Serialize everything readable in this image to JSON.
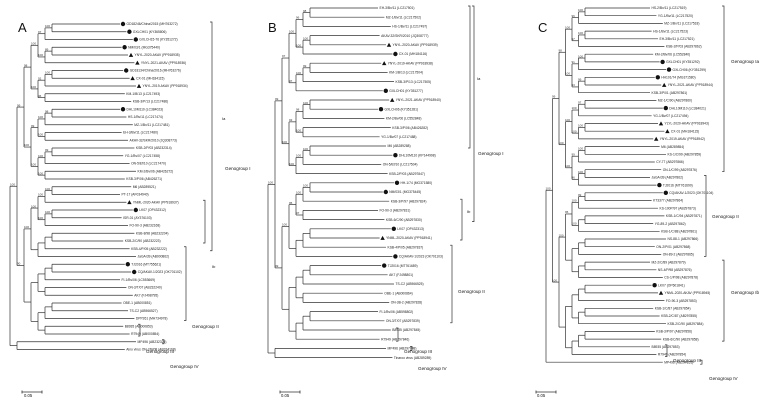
{
  "panels": [
    {
      "letter": "A",
      "scale": "0.05",
      "leaves": [
        {
          "label": "GD18246/China/2015 (MH763272)",
          "mark": "circle"
        },
        {
          "label": "GXLCH01 (KY365806)",
          "mark": "circle"
        },
        {
          "label": "GXLCH15-76 (KY351272)",
          "mark": "circle"
        },
        {
          "label": "NM/03/1 (MG375440)",
          "mark": "circle"
        },
        {
          "label": "YNYL-2020-AKAV (PP918935)",
          "mark": "triangle"
        },
        {
          "label": "YNYL-2021-AKAV (PP918936)",
          "mark": "triangle"
        },
        {
          "label": "GD18134/China/2016 (MH763276)",
          "mark": "circle"
        },
        {
          "label": "CX-01 (MH184115)",
          "mark": "triangle"
        },
        {
          "label": "YNYL-2019-AKAV (PP918934)",
          "mark": "triangle"
        },
        {
          "label": "KM-1/B/13 (LC217493)",
          "mark": ""
        },
        {
          "label": "KSB-3/P/13 (LC217486)",
          "mark": ""
        },
        {
          "label": "DHL10M110 (LC384023)",
          "mark": "circle"
        },
        {
          "label": "HS-1/Bv/11 (LC217474)",
          "mark": ""
        },
        {
          "label": "MZ-1/Bv/11 (LC217481)",
          "mark": ""
        },
        {
          "label": "EH-3/Bv/11 (LC217480)",
          "mark": ""
        },
        {
          "label": "AKAV-32/SKR/2010 (JQ308773)",
          "mark": ""
        },
        {
          "label": "KSB-2/P/03 (AB232314)",
          "mark": ""
        },
        {
          "label": "YG-1/Bv/07 (LC217458)",
          "mark": ""
        },
        {
          "label": "ON-5/Ef/10 (LC217470)",
          "mark": ""
        },
        {
          "label": "KM-2/Bv/06 (AB426272)",
          "mark": ""
        },
        {
          "label": "KSB-3/P/06 (AB426271)",
          "mark": ""
        },
        {
          "label": "M6 (AB289521)",
          "mark": ""
        },
        {
          "label": "PT-17 (AF034940)",
          "mark": ""
        },
        {
          "label": "YNML-2020-AKAV (PP918937)",
          "mark": "triangle"
        },
        {
          "label": "LK07 (OP432312)",
          "mark": "circle"
        },
        {
          "label": "ISR-01 (AY376103)",
          "mark": ""
        },
        {
          "label": "FO-90-3 (AB232168)",
          "mark": ""
        },
        {
          "label": "KSB-8/98 (AB232204)",
          "mark": ""
        },
        {
          "label": "KSB-2/C/90 (AB232223)",
          "mark": ""
        },
        {
          "label": "KSB-4/P/05 (AB232222)",
          "mark": ""
        },
        {
          "label": "JaGAr39 (AB000862)",
          "mark": ""
        },
        {
          "label": "TJ2016 (MT755621)",
          "mark": "circle"
        },
        {
          "label": "CQ/AKAV-1/2023 (OK701102)",
          "mark": "circle"
        },
        {
          "label": "FI-1/Bv/06 (LC553669)",
          "mark": ""
        },
        {
          "label": "ON-3/T/07 (AB232240)",
          "mark": ""
        },
        {
          "label": "AK7 (FJ498795)",
          "mark": ""
        },
        {
          "label": "OBE-1 (AB000851)",
          "mark": ""
        },
        {
          "label": "TS-C2 (AB966527)",
          "mark": ""
        },
        {
          "label": "DPP261 (MH734978)",
          "mark": ""
        },
        {
          "label": "B8935 (AB000853)",
          "mark": ""
        },
        {
          "label": "R7949 (AB000854)",
          "mark": ""
        },
        {
          "label": "MP496 (AB232325)",
          "mark": ""
        },
        {
          "label": "Aino virus ON-2/B/08 (AB334168)",
          "mark": ""
        }
      ],
      "labels": {
        "ia": "Ia",
        "ib": "Ib",
        "g1": "Genogroup I",
        "g2": "Genogroup II",
        "g3": "Genogroup III",
        "g4": "Genogroup IV"
      },
      "bootstraps": [
        "100",
        "99",
        "98",
        "100",
        "97",
        "100",
        "100",
        "89",
        "100",
        "92",
        "100",
        "96",
        "100",
        "99",
        "100",
        "98",
        "100",
        "100",
        "100",
        "99",
        "100",
        "90",
        "100",
        "100",
        "100",
        "100",
        "100",
        "100"
      ]
    },
    {
      "letter": "B",
      "scale": "0.05",
      "leaves": [
        {
          "label": "EH-3/Bv/11 (LC217501)",
          "mark": ""
        },
        {
          "label": "MZ-1/Bv/11 (LC217502)",
          "mark": ""
        },
        {
          "label": "HS-1/Bv/11 (LC217497)",
          "mark": ""
        },
        {
          "label": "AKAV-32/SKR/2010 (JQ308777)",
          "mark": ""
        },
        {
          "label": "YNYL-2020-AKAV (PP918939)",
          "mark": "triangle"
        },
        {
          "label": "CX-01 (MH184116)",
          "mark": "circle"
        },
        {
          "label": "YNYL-2019-AKAV (PP918938)",
          "mark": "triangle"
        },
        {
          "label": "KM-1/B/13 (LC217504)",
          "mark": ""
        },
        {
          "label": "KSB-3/P/13 (LC217505)",
          "mark": ""
        },
        {
          "label": "GXLCH01 (KY351277)",
          "mark": "circle"
        },
        {
          "label": "YNYL-2021-AKAV (PP918940)",
          "mark": "triangle"
        },
        {
          "label": "GXLCH06 (KY351281)",
          "mark": "circle"
        },
        {
          "label": "KM-2/Bv/06 (LC552848)",
          "mark": ""
        },
        {
          "label": "KSB-3/P/06 (AB426282)",
          "mark": ""
        },
        {
          "label": "YG-1/Bv/07 (LC217488)",
          "mark": ""
        },
        {
          "label": "M6 (AB289288)",
          "mark": ""
        },
        {
          "label": "DHL10M110 (KP144998)",
          "mark": "circle"
        },
        {
          "label": "ON-5/Ef/10 (LC217504)",
          "mark": ""
        },
        {
          "label": "KSB-2/P/03 (AB297847)",
          "mark": ""
        },
        {
          "label": "HH-1/74 (MG371580)",
          "mark": "circle"
        },
        {
          "label": "NM/03/1 (MG375445)",
          "mark": "circle"
        },
        {
          "label": "KSB-3/P/97 (AB297824)",
          "mark": ""
        },
        {
          "label": "FO-90-3 (AB297831)",
          "mark": ""
        },
        {
          "label": "KSB-6/C/90 (AB297830)",
          "mark": ""
        },
        {
          "label": "LK07 (OP432313)",
          "mark": "circle"
        },
        {
          "label": "YNML-2020-AKAV (PP918941)",
          "mark": "triangle"
        },
        {
          "label": "KSB-4/P/05 (AB297837)",
          "mark": ""
        },
        {
          "label": "CQ/AKAV-1/2023 (OK701103)",
          "mark": "circle"
        },
        {
          "label": "TJ2016 (MT761689)",
          "mark": "circle"
        },
        {
          "label": "AK7 (FJ498801)",
          "mark": ""
        },
        {
          "label": "TS-C2 (AB966525)",
          "mark": ""
        },
        {
          "label": "OBE-1 (AB000864)",
          "mark": ""
        },
        {
          "label": "ON-3B-2 (AB297828)",
          "mark": ""
        },
        {
          "label": "FI-1/Bv/06 (AB598802)",
          "mark": ""
        },
        {
          "label": "ON-3/T/07 (AB297839)",
          "mark": ""
        },
        {
          "label": "B8935 (AB297845)",
          "mark": ""
        },
        {
          "label": "R7949 (AB297846)",
          "mark": ""
        },
        {
          "label": "MP496 (AB297848)",
          "mark": ""
        },
        {
          "label": "Tinaroo virus (AB289289)",
          "mark": ""
        }
      ],
      "labels": {
        "ia": "Ia",
        "ib": "Ib",
        "g1": "Genogroup I",
        "g2": "Genogroup II",
        "g3": "Genogroup III",
        "g4": "Genogroup IV"
      },
      "bootstraps": [
        "100",
        "99",
        "97",
        "100",
        "96",
        "98",
        "100",
        "100",
        "97",
        "100",
        "99",
        "100",
        "93",
        "98",
        "100",
        "100",
        "100",
        "100",
        "100",
        "99",
        "100",
        "95",
        "100",
        "100",
        "97"
      ]
    },
    {
      "letter": "C",
      "scale": "0.05",
      "leaves": [
        {
          "label": "HS-2/Bv/11 (LC217519)",
          "mark": ""
        },
        {
          "label": "YG-1/Bv/11 (LC217520)",
          "mark": ""
        },
        {
          "label": "MZ-1/Bv/11 (LC217518)",
          "mark": ""
        },
        {
          "label": "HS-1/Bv/11 (LC217523)",
          "mark": ""
        },
        {
          "label": "EH-3/Bv/11 (LC217521)",
          "mark": ""
        },
        {
          "label": "KSB-2/P/03 (AB297862)",
          "mark": ""
        },
        {
          "label": "KM-2/Bv/06 (LC552840)",
          "mark": ""
        },
        {
          "label": "GXLCH01 (KY351292)",
          "mark": "circle"
        },
        {
          "label": "GXLCH06 (KY351299)",
          "mark": "circle"
        },
        {
          "label": "HH101/74 (MG371580)",
          "mark": "circle"
        },
        {
          "label": "YNYL-2021-AKAV (PP918944)",
          "mark": "triangle"
        },
        {
          "label": "KSB-3/P/01 (AB297861)",
          "mark": ""
        },
        {
          "label": "MZ-1/C/90 (AB297860)",
          "mark": ""
        },
        {
          "label": "DHL10M110 (LC384021)",
          "mark": "circle"
        },
        {
          "label": "YG-1/Bv/07 (LC217494)",
          "mark": ""
        },
        {
          "label": "YLYL-2020-AKAV (PP918943)",
          "mark": "triangle"
        },
        {
          "label": "CX-01 (MH184115)",
          "mark": "triangle"
        },
        {
          "label": "YNYL-2019-AKAV (PP918942)",
          "mark": "triangle"
        },
        {
          "label": "M6 (AB289854)",
          "mark": ""
        },
        {
          "label": "KS-1/C/99 (AB297859)",
          "mark": ""
        },
        {
          "label": "CY-77 (AB297866)",
          "mark": ""
        },
        {
          "label": "ON-1/C/99 (AB297876)",
          "mark": ""
        },
        {
          "label": "JaGAr39 (AB297862)",
          "mark": ""
        },
        {
          "label": "TJ2016 (MT761690)",
          "mark": "circle"
        },
        {
          "label": "CQ/AKAV-1/2023 (OK701104)",
          "mark": "circle"
        },
        {
          "label": "KT3377 (AB297864)",
          "mark": ""
        },
        {
          "label": "KS-100P/97 (AB297873)",
          "mark": ""
        },
        {
          "label": "KSB-1/C/94 (AB297871)",
          "mark": ""
        },
        {
          "label": "YG-89-2 (AB297862)",
          "mark": ""
        },
        {
          "label": "KSB-1/C/88 (AB297861)",
          "mark": ""
        },
        {
          "label": "NS-88-1 (AB297866)",
          "mark": ""
        },
        {
          "label": "ON-2/P/01 (AB297868)",
          "mark": ""
        },
        {
          "label": "ON-89-2 (AB297865)",
          "mark": ""
        },
        {
          "label": "MZ-2/C/89 (AB297879)",
          "mark": ""
        },
        {
          "label": "NS-4/P/98 (AB297876)",
          "mark": ""
        },
        {
          "label": "CS-1/P/98 (AB297878)",
          "mark": ""
        },
        {
          "label": "LK07 (OP601841)",
          "mark": "circle"
        },
        {
          "label": "YNML-2020-AKAV (PP918945)",
          "mark": "triangle"
        },
        {
          "label": "FO-90-3 (AB297853)",
          "mark": ""
        },
        {
          "label": "KSB-1/C/87 (AB297854)",
          "mark": ""
        },
        {
          "label": "KSB-2/C/87 (AB297855)",
          "mark": ""
        },
        {
          "label": "KSB-2/C/90 (AB297884)",
          "mark": ""
        },
        {
          "label": "KSB-3/P/97 (AB297856)",
          "mark": ""
        },
        {
          "label": "KSB-6/C/90 (AB297858)",
          "mark": ""
        },
        {
          "label": "B8935 (AB297853)",
          "mark": ""
        },
        {
          "label": "R7949 (AB297854)",
          "mark": ""
        },
        {
          "label": "MP496 (AB297855)",
          "mark": ""
        }
      ],
      "labels": {
        "ia": "Genogroup Ia",
        "ib": "Genogroup Ib",
        "g1": "",
        "g2": "Genogroup II",
        "g3": "Genogroup III",
        "g4": "Genogroup IV"
      },
      "bootstraps": [
        "100",
        "99",
        "98",
        "100",
        "96",
        "100",
        "97",
        "100",
        "100",
        "91",
        "100",
        "93",
        "99",
        "100",
        "100",
        "100",
        "97",
        "100",
        "100",
        "100",
        "99",
        "100",
        "96",
        "100",
        "100",
        "100",
        "95",
        "100",
        "99",
        "100"
      ]
    }
  ]
}
